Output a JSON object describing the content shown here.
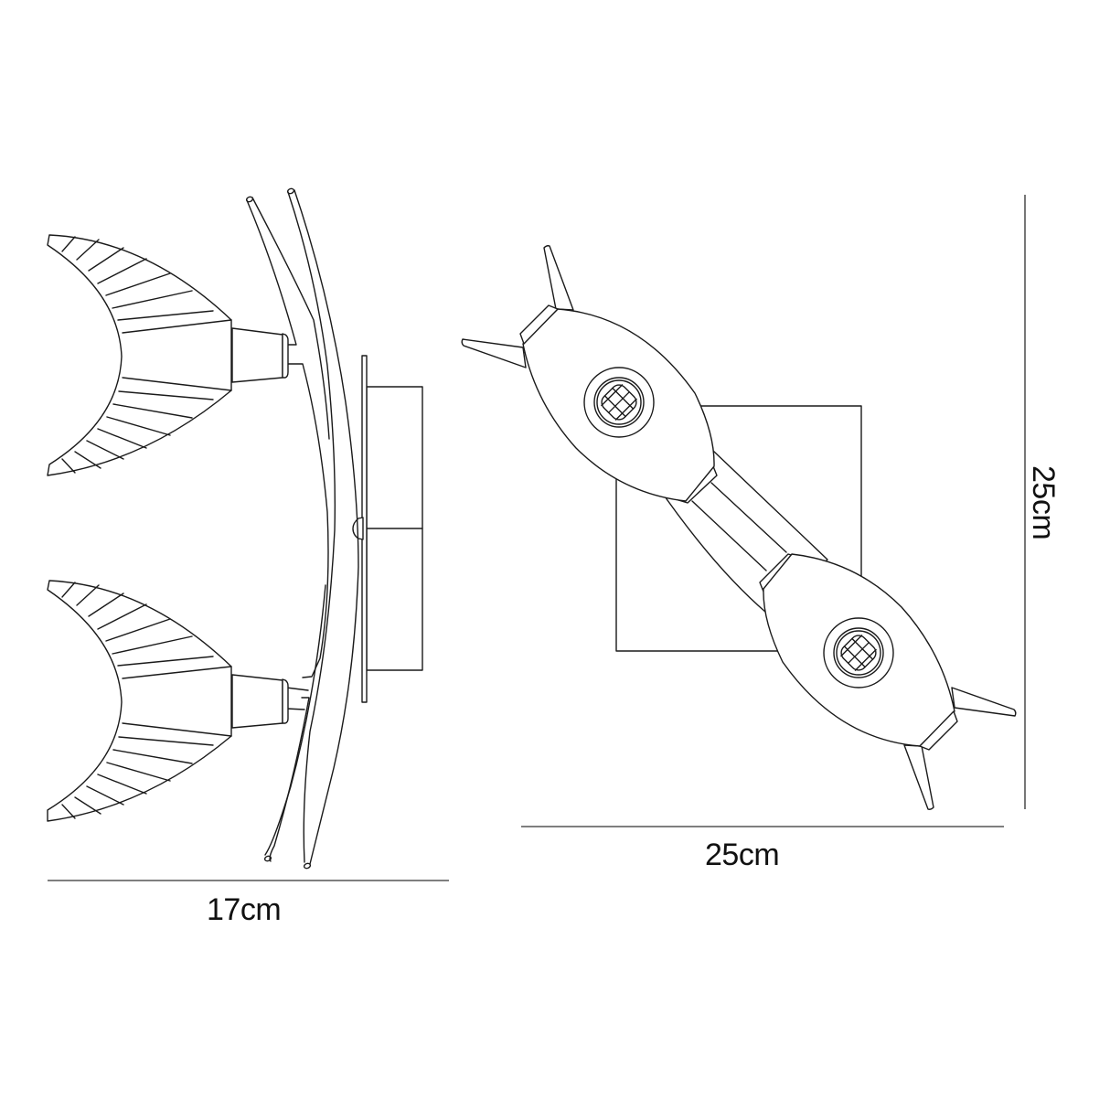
{
  "drawing": {
    "title": "Twin spotlight wall fitting - technical line drawing",
    "line_color": "#1a1a1a",
    "dimension_line_color": "#555555",
    "background": "#ffffff"
  },
  "views": {
    "side_view": {
      "name": "Side elevation",
      "components": [
        "upper shade",
        "lower shade",
        "curved twin arms",
        "wall mounting plate"
      ],
      "dimension": {
        "label": "17cm",
        "orientation": "horizontal"
      }
    },
    "front_view": {
      "name": "Front elevation",
      "components": [
        "upper lamp head",
        "lower lamp head",
        "connecting arm",
        "square back plate"
      ],
      "dimensions": {
        "width": {
          "label": "25cm",
          "orientation": "horizontal"
        },
        "height": {
          "label": "25cm",
          "orientation": "vertical"
        }
      }
    }
  }
}
